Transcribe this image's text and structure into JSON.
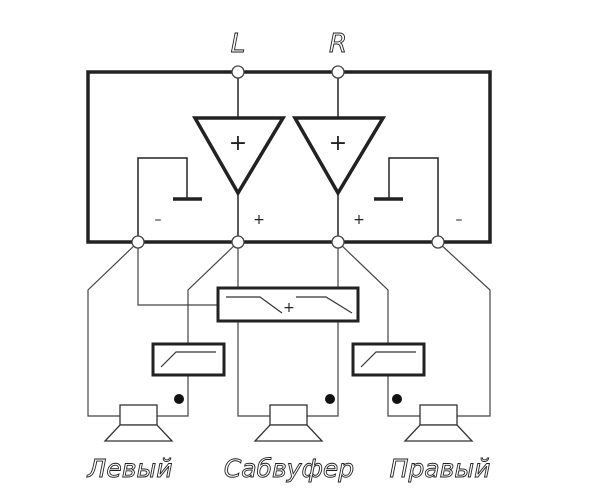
{
  "inputs": {
    "left": "L",
    "right": "R"
  },
  "signs": {
    "minus": "–",
    "plus": "+"
  },
  "outputs": {
    "left": "Левый",
    "sub": "Сабвуфер",
    "right": "Правый"
  },
  "colors": {
    "line": "#222222",
    "background": "#ffffff"
  }
}
